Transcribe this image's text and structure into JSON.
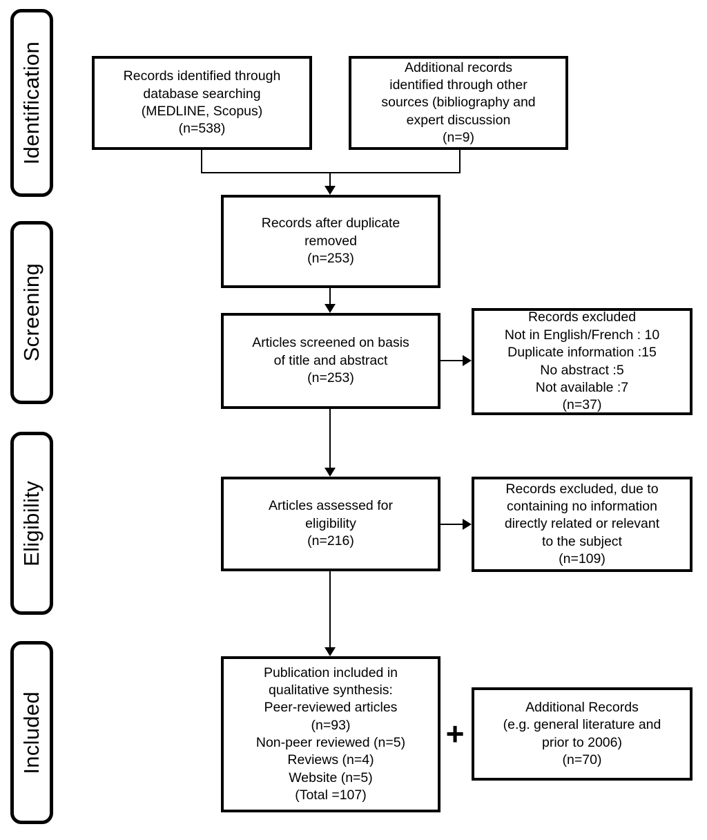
{
  "diagram_type": "prisma-flowchart",
  "colors": {
    "line": "#000000",
    "background": "#ffffff",
    "text": "#000000"
  },
  "sidebar": {
    "stages": [
      {
        "label": "Identification"
      },
      {
        "label": "Screening"
      },
      {
        "label": "Eligibility"
      },
      {
        "label": "Included"
      }
    ]
  },
  "flow": {
    "identification": {
      "database_box": "Records identified through\ndatabase searching\n(MEDLINE, Scopus)\n(n=538)",
      "additional_box": "Additional records\nidentified through other\nsources (bibliography and\nexpert discussion\n(n=9)"
    },
    "screening": {
      "dedupe_box": "Records after duplicate\nremoved\n(n=253)",
      "screened_box": "Articles screened on basis\nof title and abstract\n(n=253)",
      "excluded_box": "Records excluded\nNot in English/French : 10\nDuplicate information :15\nNo abstract :5\nNot available :7\n(n=37)"
    },
    "eligibility": {
      "assessed_box": "Articles assessed for\neligibility\n(n=216)",
      "excluded_box": "Records excluded, due to\ncontaining no information\ndirectly related or relevant\nto the subject\n(n=109)"
    },
    "included": {
      "included_box": "Publication included in\nqualitative synthesis:\nPeer-reviewed articles\n(n=93)\nNon-peer reviewed (n=5)\nReviews (n=4)\nWebsite (n=5)\n(Total =107)",
      "plus_sign": "+",
      "additional_box": "Additional Records\n(e.g. general literature and\nprior to 2006)\n(n=70)"
    }
  }
}
